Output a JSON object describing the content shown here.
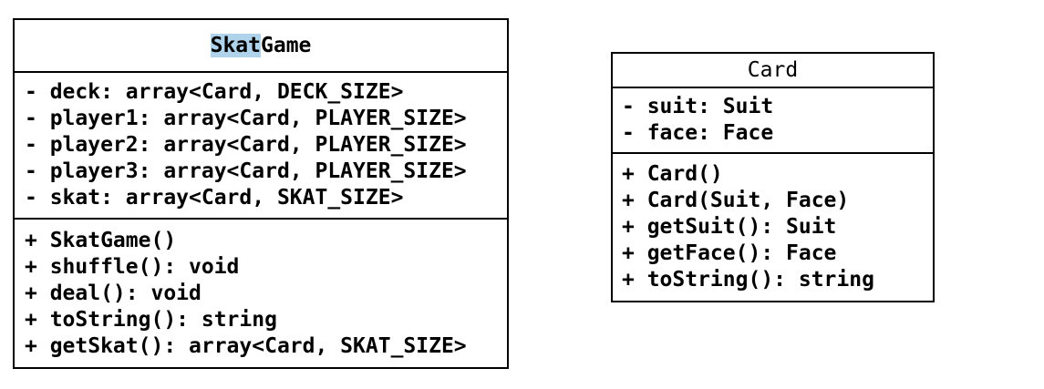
{
  "diagram": {
    "type": "uml-class-diagram",
    "background_color": "#ffffff",
    "border_color": "#000000",
    "selection_highlight_color": "#afd3ea"
  },
  "classes": [
    {
      "id": "skatgame",
      "name": "SkatGame",
      "title_selected_part": "Skat",
      "title_rest_part": "Game",
      "title_bold": true,
      "attributes": [
        "- deck: array<Card, DECK_SIZE>",
        "- player1: array<Card, PLAYER_SIZE>",
        "- player2: array<Card, PLAYER_SIZE>",
        "- player3: array<Card, PLAYER_SIZE>",
        "- skat: array<Card, SKAT_SIZE>"
      ],
      "methods": [
        "+ SkatGame()",
        "+ shuffle(): void",
        "+ deal(): void",
        "+ toString(): string",
        "+ getSkat(): array<Card, SKAT_SIZE>"
      ]
    },
    {
      "id": "card",
      "name": "Card",
      "title_bold": false,
      "attributes": [
        "- suit: Suit",
        "- face: Face"
      ],
      "methods": [
        "+ Card()",
        "+ Card(Suit, Face)",
        "+ getSuit(): Suit",
        "+ getFace(): Face",
        "+ toString(): string"
      ]
    }
  ]
}
